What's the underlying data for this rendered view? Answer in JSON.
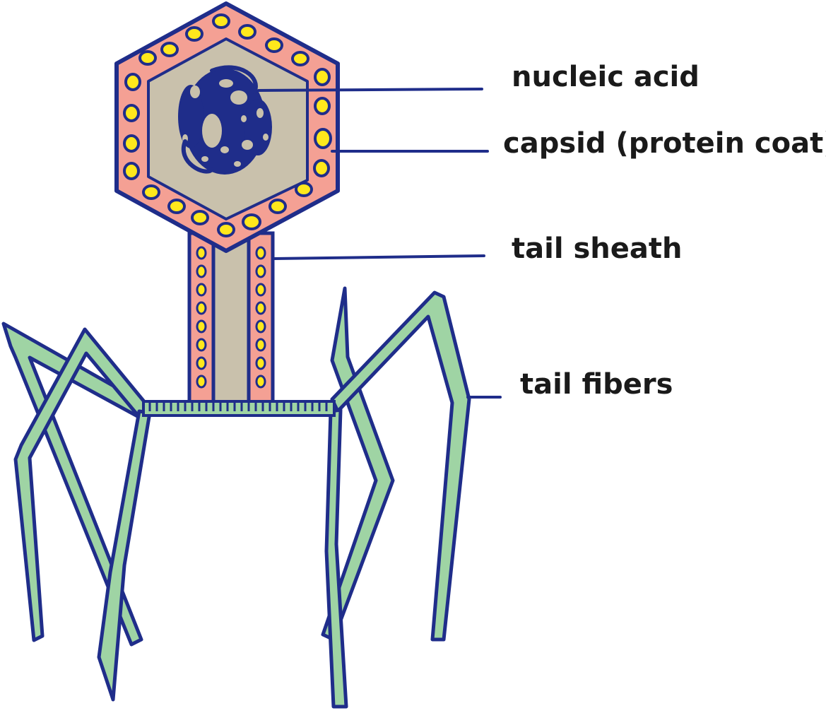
{
  "labels": {
    "nucleic_acid": "nucleic acid",
    "capsid": "capsid (protein coat)",
    "tail_sheath": "tail sheath",
    "tail_fibers": "tail fibers"
  },
  "colors": {
    "outline": "#1f2d8a",
    "capsid_fill": "#f4a094",
    "interior_fill": "#c9c1ac",
    "protein_dot": "#ffe81c",
    "nucleic_acid": "#1f2d8a",
    "fiber_fill": "#9fd4a4"
  }
}
